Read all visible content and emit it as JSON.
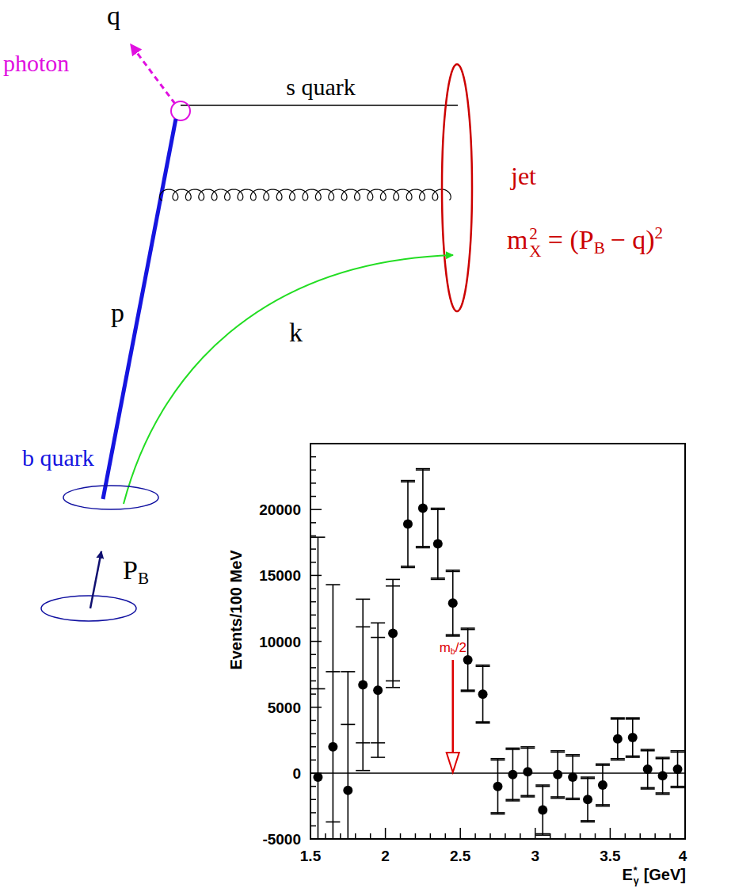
{
  "diagram": {
    "labels": [
      "q",
      "photon",
      "s quark",
      "jet",
      "m",
      "2",
      "X",
      "= (P",
      "B",
      "− q)",
      "2",
      "p",
      "k",
      "b quark",
      "P",
      "B",
      "Events/100 MeV",
      "-5000",
      "0",
      "5000",
      "10000",
      "15000",
      "20000",
      "m",
      "b",
      "/2",
      "1.5",
      "2",
      "2.5",
      "3",
      "3.5",
      "4",
      "E",
      "*",
      "γ",
      "[GeV]"
    ]
  }
}
